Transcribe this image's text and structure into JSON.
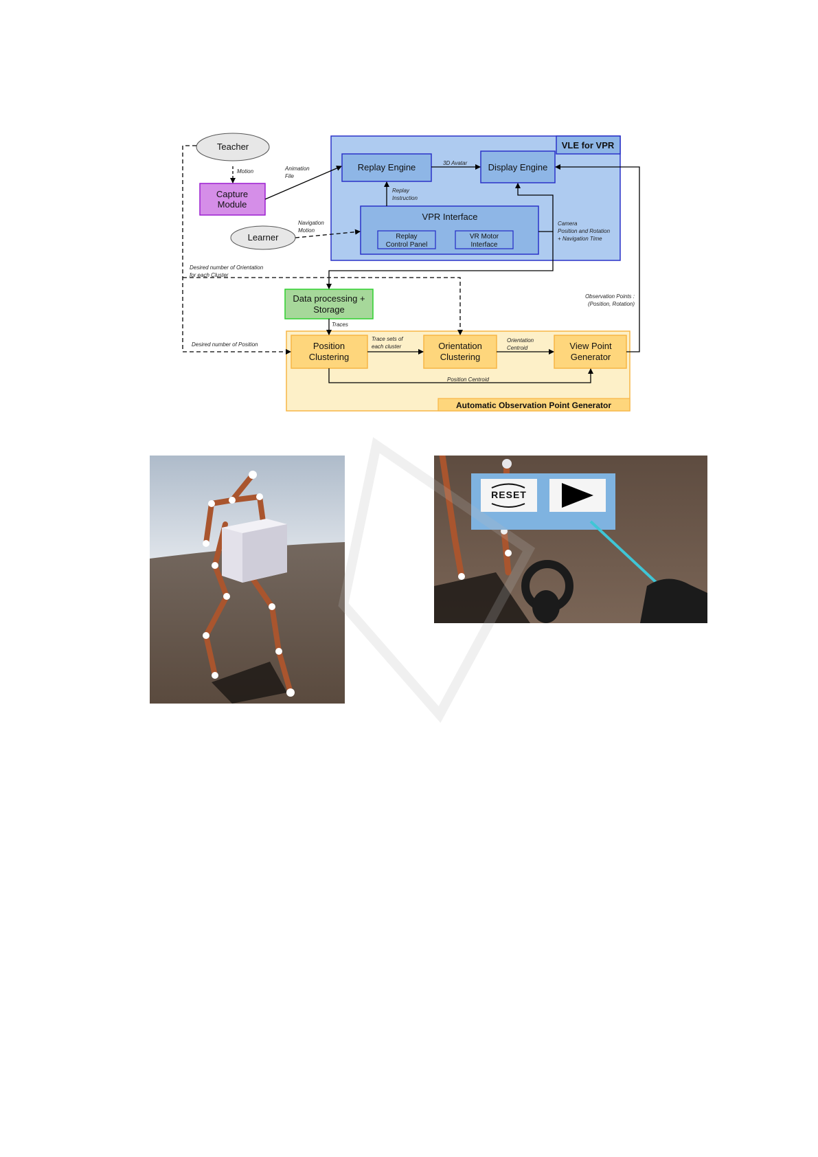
{
  "diagram": {
    "teacher": "Teacher",
    "capture_module": [
      "Capture",
      "Module"
    ],
    "learner": "Learner",
    "vle_title": "VLE for VPR",
    "replay_engine": "Replay Engine",
    "display_engine": "Display Engine",
    "vpr_interface": "VPR Interface",
    "replay_control_panel": [
      "Replay",
      "Control Panel"
    ],
    "vr_motor_interface": [
      "VR Motor",
      "Interface"
    ],
    "data_processing": [
      "Data processing +",
      "Storage"
    ],
    "position_clustering": [
      "Position",
      "Clustering"
    ],
    "orientation_clustering": [
      "Orientation",
      "Clustering"
    ],
    "view_point_generator": [
      "View Point",
      "Generator"
    ],
    "aopg_title": "Automatic Observation Point Generator",
    "edges": {
      "motion": "Motion",
      "animation_file": [
        "Animation",
        "File"
      ],
      "avatar_3d": "3D Avatar",
      "replay_instruction": [
        "Replay",
        "Instruction"
      ],
      "navigation_motion": [
        "Navigation",
        "Motion"
      ],
      "camera": [
        "Camera",
        "Position and Rotation",
        "+ Navigation Time"
      ],
      "desired_orientation": [
        "Desired number of Orientation",
        "for each Cluster"
      ],
      "observation_points": [
        "Observation Points :",
        "(Position, Rotation)"
      ],
      "traces": "Traces",
      "trace_sets": [
        "Trace sets of",
        "each cluster"
      ],
      "orientation_centroid": [
        "Orientation",
        "Centroid"
      ],
      "desired_position": "Desired number of Position",
      "position_centroid": "Position Centroid"
    }
  },
  "vr_panel": {
    "reset_label": "RESET"
  },
  "colors": {
    "vle_bg": "#aecbf0",
    "vle_border": "#2a32c8",
    "engine_bg": "#8eb6e6",
    "capture_bg": "#d58ee8",
    "capture_border": "#9b1fd0",
    "data_bg": "#a6d89a",
    "data_border": "#2ed12e",
    "aopg_bg": "#fdf0c8",
    "aopg_border": "#f7b545",
    "cluster_bg": "#fed67c"
  }
}
